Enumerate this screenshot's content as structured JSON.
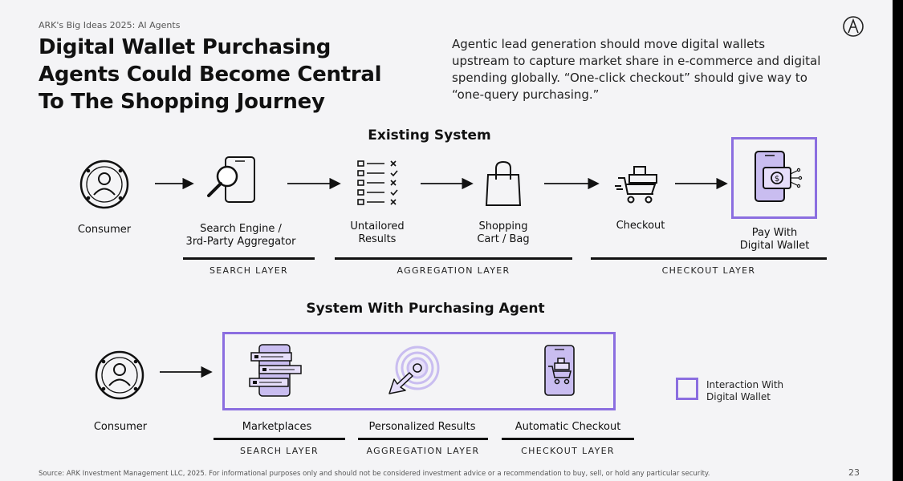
{
  "header": {
    "kicker": "ARK's Big Ideas 2025: AI Agents",
    "title_line1": "Digital Wallet Purchasing",
    "title_line2": "Agents Could Become Central",
    "title_line3": "To The Shopping Journey",
    "intro_line1": "Agentic lead generation should move digital wallets",
    "intro_line2": "upstream to capture market share in e-commerce and digital",
    "intro_line3": "spending globally. “One-click checkout” should give way to",
    "intro_line4": "“one-query purchasing.”"
  },
  "existing": {
    "title": "Existing System",
    "consumer": "Consumer",
    "search_line1": "Search Engine /",
    "search_line2": "3rd-Party Aggregator",
    "untailored_line1": "Untailored",
    "untailored_line2": "Results",
    "cart_line1": "Shopping",
    "cart_line2": "Cart / Bag",
    "checkout": "Checkout",
    "pay_line1": "Pay With",
    "pay_line2": "Digital Wallet",
    "layers": [
      "SEARCH LAYER",
      "AGGREGATION LAYER",
      "CHECKOUT LAYER"
    ]
  },
  "agent": {
    "title": "System With Purchasing Agent",
    "consumer": "Consumer",
    "marketplaces": "Marketplaces",
    "personalized": "Personalized Results",
    "automatic": "Automatic Checkout",
    "layers": [
      "SEARCH LAYER",
      "AGGREGATION LAYER",
      "CHECKOUT LAYER"
    ]
  },
  "legend": {
    "line1": "Interaction With",
    "line2": "Digital Wallet"
  },
  "footer": {
    "source": "Source: ARK Investment Management LLC, 2025. For informational purposes only and should not be considered investment advice or a recommendation to buy, sell, or hold any particular security.",
    "page": "23"
  },
  "colors": {
    "accent": "#8b6ee0",
    "icon_fill": "#c9bdf0",
    "ink": "#111111",
    "background": "#f4f4f6"
  },
  "icons": [
    "consumer-icon",
    "search-phone-icon",
    "checklist-icon",
    "shopping-bag-icon",
    "cart-icon",
    "wallet-phone-icon",
    "marketplaces-icon",
    "target-icon",
    "checkout-phone-icon",
    "ark-logo-icon"
  ]
}
